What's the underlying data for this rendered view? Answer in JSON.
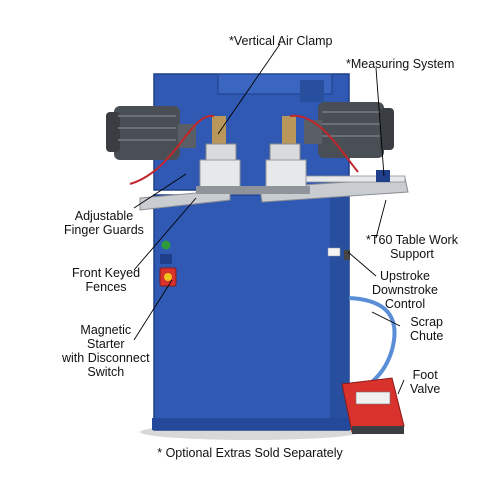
{
  "callouts": {
    "vertical_air_clamp": "*Vertical Air Clamp",
    "measuring_system": "*Measuring System",
    "adjustable_finger_guards": [
      "Adjustable",
      "Finger Guards"
    ],
    "t60_table_work_support": [
      "*T60 Table Work",
      "Support"
    ],
    "front_keyed_fences": [
      "Front Keyed",
      "Fences"
    ],
    "upstroke_downstroke_control": [
      "Upstroke",
      "Downstroke",
      "Control"
    ],
    "magnetic_starter": [
      "Magnetic",
      "Starter",
      "with Disconnect",
      "Switch"
    ],
    "scrap_chute": [
      "Scrap",
      "Chute"
    ],
    "foot_valve": [
      "Foot",
      "Valve"
    ]
  },
  "footnote": "* Optional Extras Sold Separately",
  "colors": {
    "machine_blue": "#2f59b3",
    "machine_blue_dark": "#1f3f8a",
    "motor_gray": "#4a4f55",
    "table_silver": "#c9ccd0",
    "pedal_red": "#d9312b",
    "hose_blue": "#5a8fd8",
    "hose_red": "#c0262c",
    "leader_line": "#000000"
  }
}
